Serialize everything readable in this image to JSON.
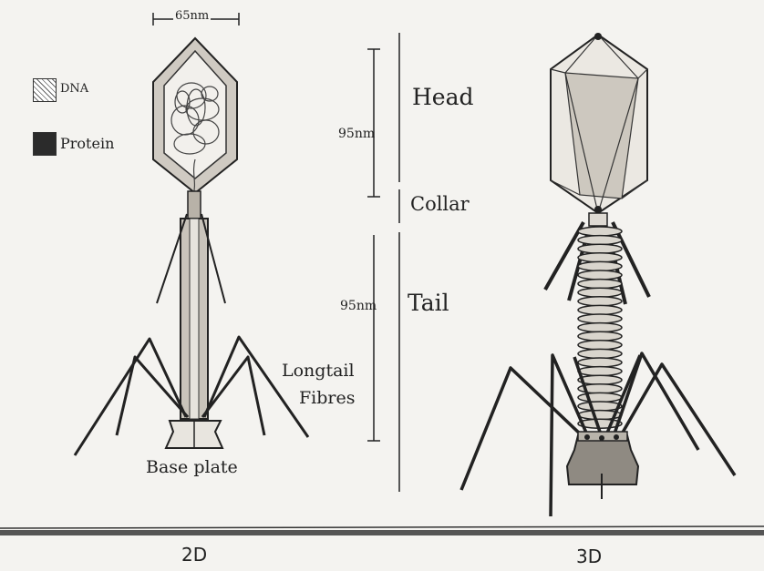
{
  "dimension_2d": "65nm",
  "legend": [
    {
      "label": "DNA",
      "style": "hatched"
    },
    {
      "label": "Protein",
      "style": "filled"
    }
  ],
  "scale": {
    "head_length": "95nm",
    "tail_length": "95nm"
  },
  "parts": {
    "head": "Head",
    "collar": "Collar",
    "tail": "Tail",
    "fibres_line1": "Longtail",
    "fibres_line2": "Fibres",
    "base_plate": "Base plate"
  },
  "views": {
    "left": "2D",
    "right": "3D"
  },
  "colors": {
    "paper": "#f4f3f0",
    "ink": "#222222",
    "protein": "#2b2b2b"
  }
}
